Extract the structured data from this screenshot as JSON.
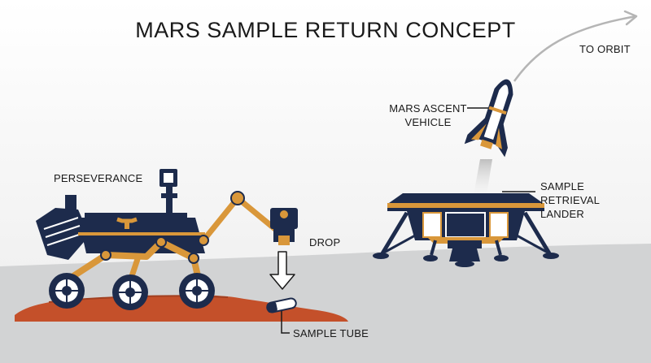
{
  "title": "MARS SAMPLE RETURN CONCEPT",
  "labels": {
    "to_orbit": "TO ORBIT",
    "ascent_line1": "MARS ASCENT",
    "ascent_line2": "VEHICLE",
    "perseverance": "PERSEVERANCE",
    "lander_line1": "SAMPLE",
    "lander_line2": "RETRIEVAL",
    "lander_line3": "LANDER",
    "drop": "DROP",
    "sample_tube": "SAMPLE TUBE"
  },
  "colors": {
    "navy": "#1d2b4c",
    "orange": "#d9973a",
    "ground": "#d2d3d4",
    "sky": "#ffffff",
    "mars_soil": "#c4502a",
    "ink": "#1a1a1a"
  }
}
